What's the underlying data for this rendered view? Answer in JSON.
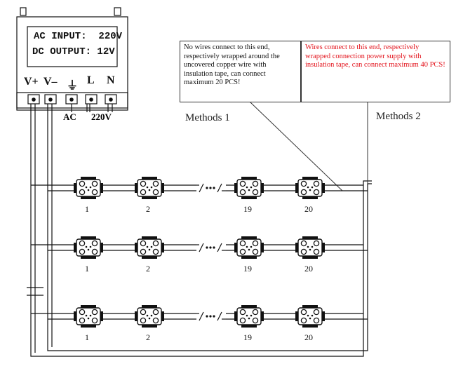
{
  "psu": {
    "input_line": "AC INPUT:  220V",
    "output_line": "DC OUTPUT: 12V",
    "terminals": [
      "V+",
      "V–",
      "⏚",
      "L",
      "N"
    ],
    "label_ac": "AC",
    "label_220v": "220V"
  },
  "notes": {
    "method1": "No wires connect to this end, respectively wrapped around the uncovered copper wire with insulation tape, can connect maximum 20 PCS!",
    "method2": "Wires connect to this end, respectively wrapped connection power supply with insulation tape, can connect maximum 40 PCS!",
    "method2_color": "#e3121b"
  },
  "labels": {
    "method1": "Methods 1",
    "method2": "Methods 2"
  },
  "modules": {
    "numbers": [
      "1",
      "2",
      "19",
      "20"
    ]
  },
  "rows": [
    {
      "name": "row-1"
    },
    {
      "name": "row-2"
    },
    {
      "name": "row-3"
    }
  ]
}
